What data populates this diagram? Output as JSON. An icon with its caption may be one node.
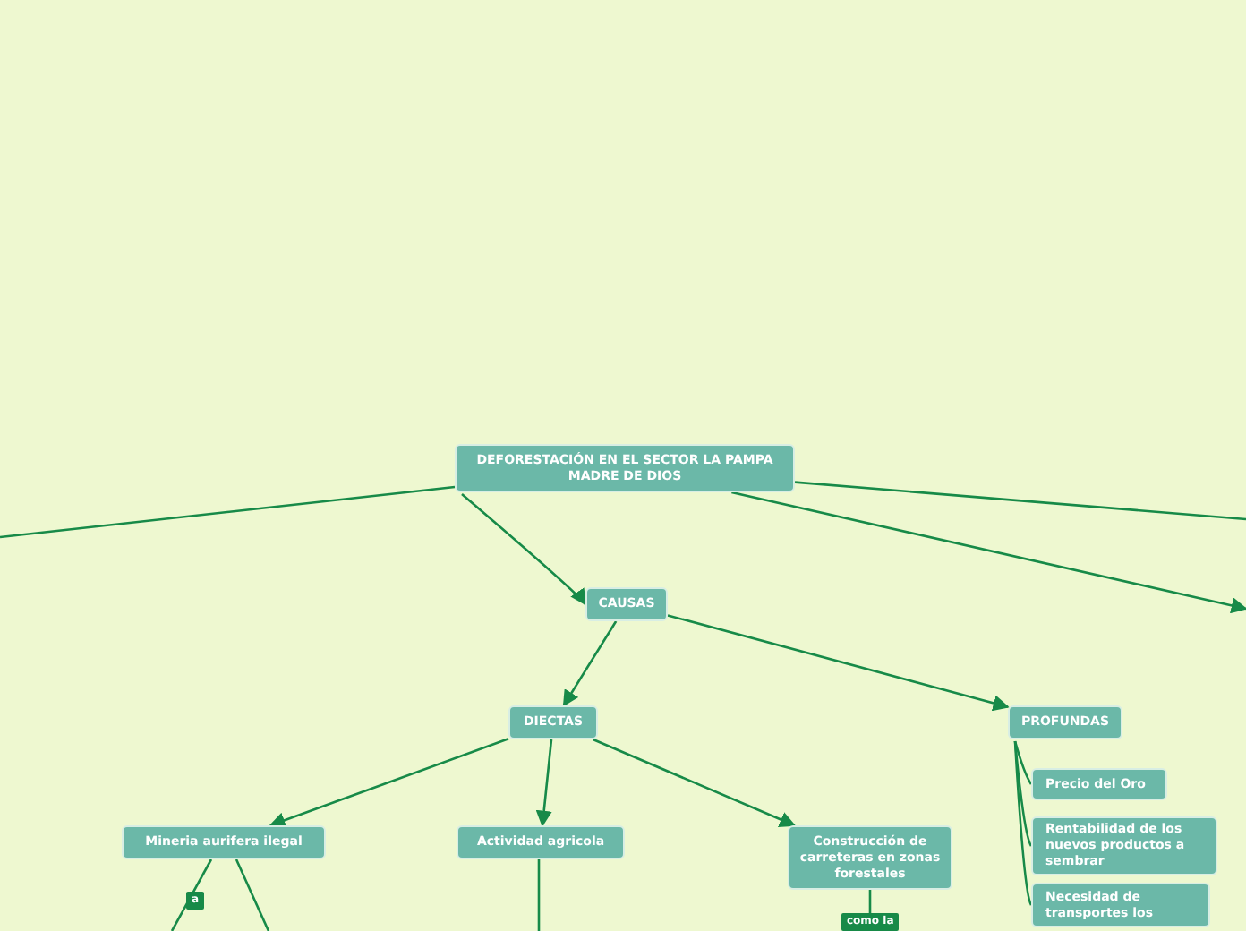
{
  "diagram": {
    "nodes": [
      {
        "text": [
          "DEFORESTACIÓN EN EL SECTOR LA PAMPA MADRE DE DIOS"
        ]
      },
      {
        "text": [
          "CAUSAS"
        ]
      },
      {
        "text": [
          "DIECTAS"
        ]
      },
      {
        "text": [
          "PROFUNDAS"
        ]
      },
      {
        "text": [
          "Mineria aurifera ilegal"
        ]
      },
      {
        "text": [
          "Actividad agricola"
        ]
      },
      {
        "text": [
          "Construcción de carreteras en zonas forestales"
        ]
      },
      {
        "text": [
          "Precio del Oro"
        ]
      },
      {
        "text": [
          "Rentabilidad de los nuevos productos a sembrar"
        ]
      },
      {
        "text": [
          "Necesidad de transportes los"
        ]
      }
    ],
    "edges": [
      {
        "from": 0,
        "to": null,
        "arrow": "none"
      },
      {
        "from": 0,
        "to": null,
        "arrow": "none"
      },
      {
        "from": 0,
        "to": null,
        "arrow": "to"
      },
      {
        "from": 0,
        "to": 1,
        "arrow": "to"
      },
      {
        "from": 1,
        "to": 2,
        "arrow": "to"
      },
      {
        "from": 1,
        "to": 3,
        "arrow": "to"
      },
      {
        "from": 2,
        "to": 4,
        "arrow": "to"
      },
      {
        "from": 2,
        "to": 5,
        "arrow": "to"
      },
      {
        "from": 2,
        "to": 6,
        "arrow": "to"
      },
      {
        "from": 3,
        "to": 7,
        "arrow": "none"
      },
      {
        "from": 3,
        "to": 8,
        "arrow": "none"
      },
      {
        "from": 3,
        "to": 9,
        "arrow": "none"
      },
      {
        "from": 4,
        "to": null,
        "arrow": "none",
        "label": "a"
      },
      {
        "from": 4,
        "to": null,
        "arrow": "none"
      },
      {
        "from": 5,
        "to": null,
        "arrow": "none"
      },
      {
        "from": 6,
        "to": null,
        "arrow": "none",
        "label": "como la"
      }
    ]
  }
}
